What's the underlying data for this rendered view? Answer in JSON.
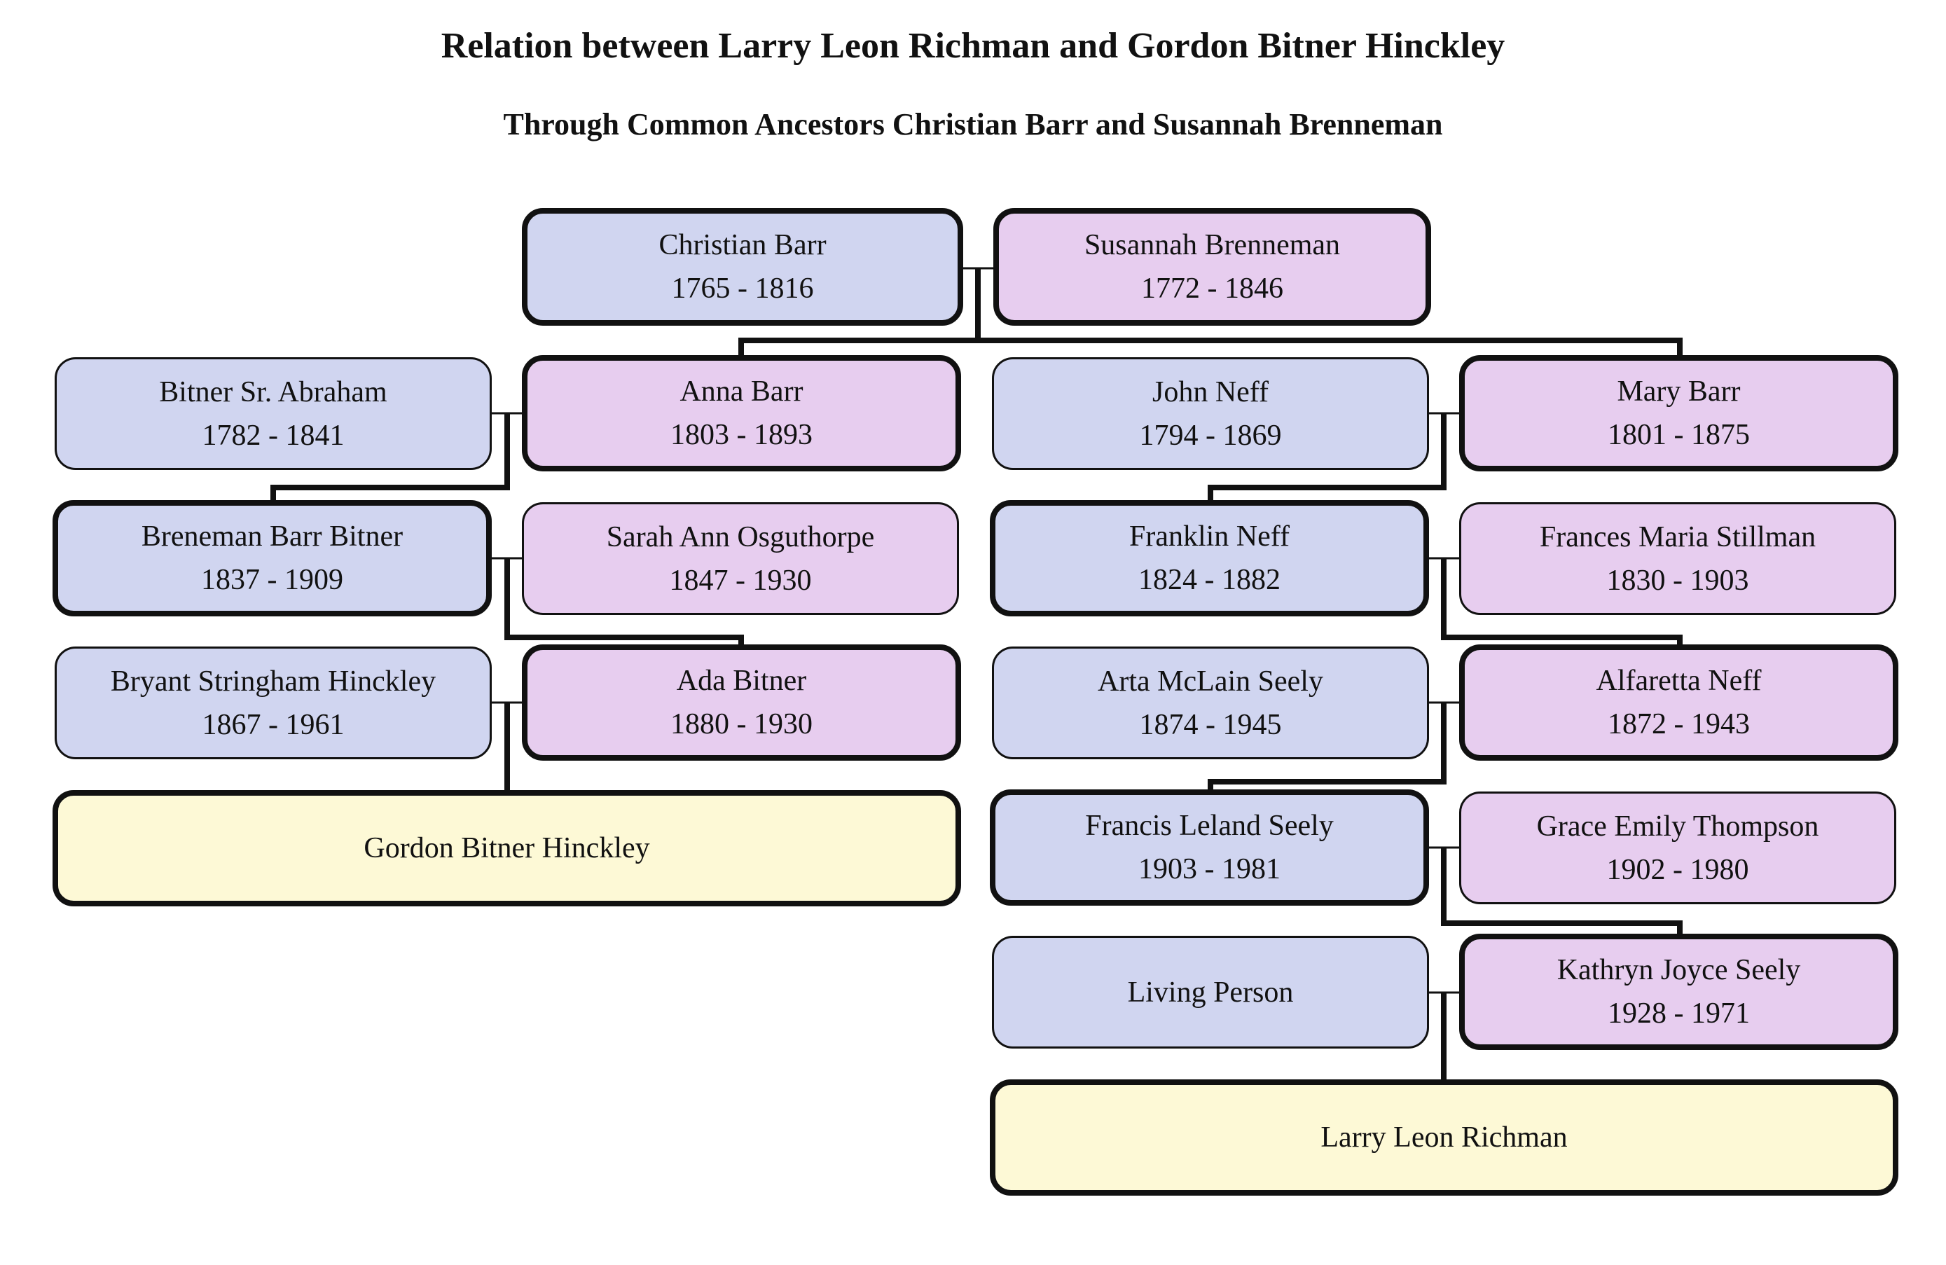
{
  "title": "Relation between Larry Leon Richman and Gordon Bitner Hinckley",
  "subtitle": "Through Common Ancestors Christian Barr and Susannah Brenneman",
  "colors": {
    "male": "#d0d5f0",
    "female": "#e7cdef",
    "target": "#fdf9d6",
    "line": "#111111"
  },
  "people": {
    "christian_barr": {
      "name": "Christian Barr",
      "dates": "1765 - 1816"
    },
    "susannah_brenneman": {
      "name": "Susannah Brenneman",
      "dates": "1772 - 1846"
    },
    "bitner_abraham": {
      "name": "Bitner Sr. Abraham",
      "dates": "1782 - 1841"
    },
    "anna_barr": {
      "name": "Anna Barr",
      "dates": "1803 - 1893"
    },
    "john_neff": {
      "name": "John Neff",
      "dates": "1794 - 1869"
    },
    "mary_barr": {
      "name": "Mary Barr",
      "dates": "1801 - 1875"
    },
    "breneman_bitner": {
      "name": "Breneman Barr Bitner",
      "dates": "1837 - 1909"
    },
    "sarah_osguthorpe": {
      "name": "Sarah Ann Osguthorpe",
      "dates": "1847 - 1930"
    },
    "franklin_neff": {
      "name": "Franklin Neff",
      "dates": "1824 - 1882"
    },
    "frances_stillman": {
      "name": "Frances Maria Stillman",
      "dates": "1830 - 1903"
    },
    "bryant_hinckley": {
      "name": "Bryant Stringham Hinckley",
      "dates": "1867 - 1961"
    },
    "ada_bitner": {
      "name": "Ada Bitner",
      "dates": "1880 - 1930"
    },
    "arta_seely": {
      "name": "Arta McLain Seely",
      "dates": "1874 - 1945"
    },
    "alfaretta_neff": {
      "name": "Alfaretta Neff",
      "dates": "1872 - 1943"
    },
    "gordon_hinckley": {
      "name": "Gordon Bitner Hinckley"
    },
    "francis_seely": {
      "name": "Francis Leland Seely",
      "dates": "1903 - 1981"
    },
    "grace_thompson": {
      "name": "Grace Emily Thompson",
      "dates": "1902 - 1980"
    },
    "living_person": {
      "name": "Living Person"
    },
    "kathryn_seely": {
      "name": "Kathryn Joyce Seely",
      "dates": "1928 - 1971"
    },
    "larry_richman": {
      "name": "Larry Leon Richman"
    }
  }
}
